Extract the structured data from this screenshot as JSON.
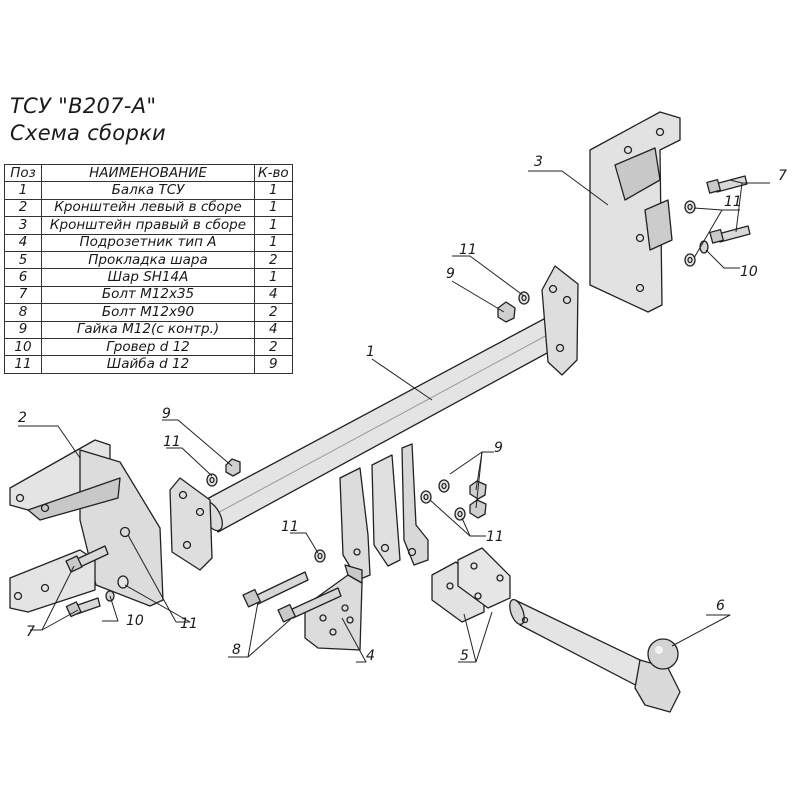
{
  "title": {
    "line1": "ТСУ \"В207-А\"",
    "line2": "Схема сборки"
  },
  "parts_table": {
    "headers": {
      "pos": "Поз",
      "name": "НАИМЕНОВАНИЕ",
      "qty": "К-во"
    },
    "rows": [
      {
        "pos": "1",
        "name": "Балка ТСУ",
        "qty": "1"
      },
      {
        "pos": "2",
        "name": "Кронштейн левый в сборе",
        "qty": "1"
      },
      {
        "pos": "3",
        "name": "Кронштейн правый в сборе",
        "qty": "1"
      },
      {
        "pos": "4",
        "name": "Подрозетник тип А",
        "qty": "1"
      },
      {
        "pos": "5",
        "name": "Прокладка шара",
        "qty": "2"
      },
      {
        "pos": "6",
        "name": "Шар SH14A",
        "qty": "1"
      },
      {
        "pos": "7",
        "name": "Болт М12х35",
        "qty": "4"
      },
      {
        "pos": "8",
        "name": "Болт М12х90",
        "qty": "2"
      },
      {
        "pos": "9",
        "name": "Гайка М12(с контр.)",
        "qty": "4"
      },
      {
        "pos": "10",
        "name": "Гровер d 12",
        "qty": "2"
      },
      {
        "pos": "11",
        "name": "Шайба d 12",
        "qty": "9"
      }
    ]
  },
  "callouts": [
    {
      "label": "1"
    },
    {
      "label": "2"
    },
    {
      "label": "3"
    },
    {
      "label": "4"
    },
    {
      "label": "5"
    },
    {
      "label": "6"
    },
    {
      "label": "7"
    },
    {
      "label": "7"
    },
    {
      "label": "8"
    },
    {
      "label": "9"
    },
    {
      "label": "9"
    },
    {
      "label": "9"
    },
    {
      "label": "10"
    },
    {
      "label": "10"
    },
    {
      "label": "11"
    },
    {
      "label": "11"
    },
    {
      "label": "11"
    },
    {
      "label": "11"
    },
    {
      "label": "11"
    },
    {
      "label": "11"
    }
  ],
  "colors": {
    "line": "#222222",
    "part_fill": "#e4e4e4",
    "part_shade": "#c6c6c6"
  }
}
